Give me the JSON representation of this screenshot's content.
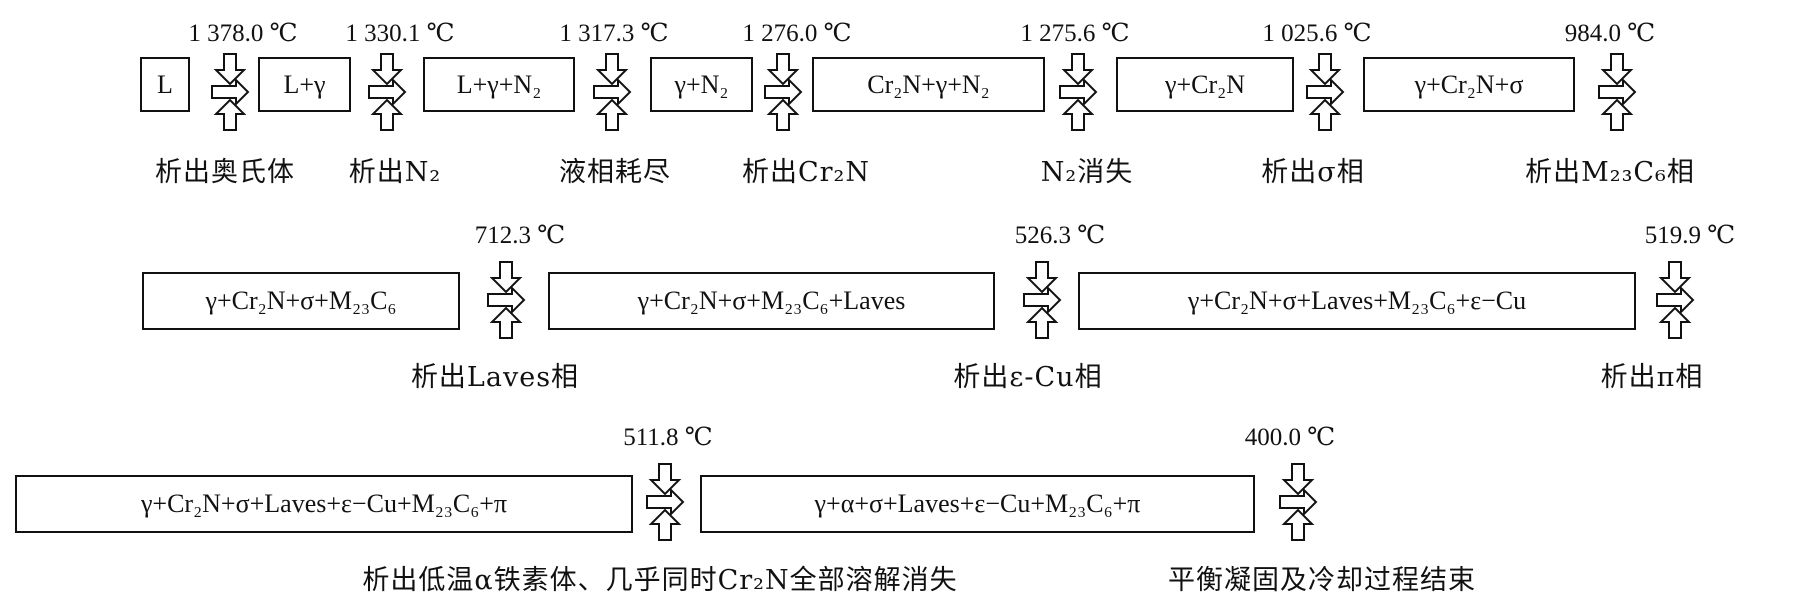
{
  "rows": [
    {
      "boxes": [
        "L",
        "L+γ",
        "L+γ+N₂",
        "γ+N₂",
        "Cr₂N+γ+N₂",
        "γ+Cr₂N",
        "γ+Cr₂N+σ"
      ],
      "temps": [
        "1 378.0 ℃",
        "1 330.1 ℃",
        "1 317.3 ℃",
        "1 276.0 ℃",
        "1 275.6 ℃",
        "1 025.6 ℃",
        "984.0 ℃"
      ],
      "notes": [
        "析出奥氏体",
        "析出N₂",
        "液相耗尽",
        "析出Cr₂N",
        "N₂消失",
        "析出σ相",
        "析出M₂₃C₆相"
      ]
    },
    {
      "boxes": [
        "γ+Cr₂N+σ+M₂₃C₆",
        "γ+Cr₂N+σ+M₂₃C₆+Laves",
        "γ+Cr₂N+σ+Laves+M₂₃C₆+ε−Cu"
      ],
      "temps": [
        "712.3 ℃",
        "526.3 ℃",
        "519.9 ℃"
      ],
      "notes": [
        "析出Laves相",
        "析出ε-Cu相",
        "析出π相"
      ]
    },
    {
      "boxes": [
        "γ+Cr₂N+σ+Laves+ε−Cu+M₂₃C₆+π",
        "γ+α+σ+Laves+ε−Cu+M₂₃C₆+π"
      ],
      "temps": [
        "511.8 ℃",
        "400.0 ℃"
      ],
      "notes": [
        "析出低温α铁素体、几乎同时Cr₂N全部溶解消失",
        "平衡凝固及冷却过程结束"
      ]
    }
  ]
}
